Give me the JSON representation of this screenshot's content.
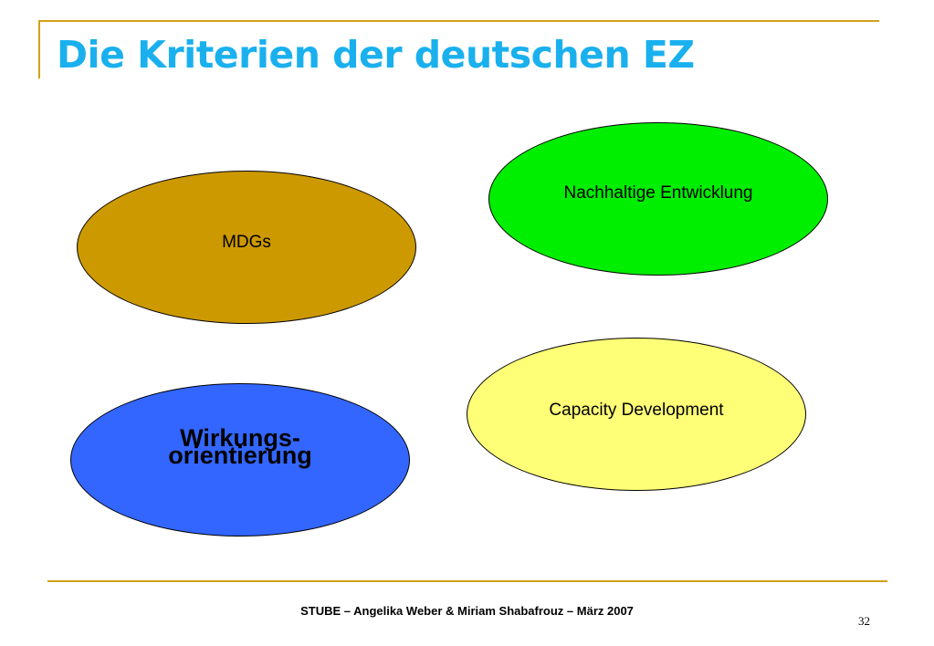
{
  "slide": {
    "title": "Die Kriterien der deutschen EZ",
    "footer": "STUBE – Angelika Weber & Miriam Shabafrouz – März 2007",
    "page_number": "32"
  },
  "ellipses": [
    {
      "label": "MDGs",
      "color": "#cc9900"
    },
    {
      "label": "Nachhaltige Entwicklung",
      "color": "#00ee00"
    },
    {
      "label": "Capacity Development",
      "color": "#ffff77"
    },
    {
      "label_line1": "Wirkungs-",
      "label_line2": "orientierung",
      "color": "#3366ff"
    }
  ],
  "colors": {
    "title": "#1ab0ee",
    "accent_rule": "#d4a017"
  }
}
